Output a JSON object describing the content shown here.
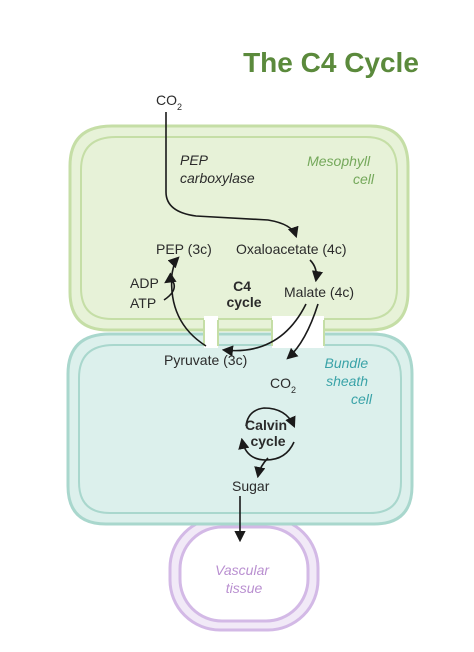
{
  "title": "The C4 Cycle",
  "colors": {
    "title": "#5b8a3c",
    "mesophyll_fill": "#e7f2d8",
    "mesophyll_stroke": "#c5dea6",
    "mesophyll_text": "#74a85a",
    "bundle_fill": "#dcf0ec",
    "bundle_stroke": "#a9d7cd",
    "bundle_text": "#3aa3a8",
    "vascular_fill": "#f1e9f7",
    "vascular_stroke": "#d3b9e6",
    "vascular_text": "#b98fd0",
    "arrow": "#1a1a1a"
  },
  "regions": {
    "mesophyll": {
      "line1": "Mesophyll",
      "line2": "cell"
    },
    "bundle_sheath": {
      "line1": "Bundle",
      "line2": "sheath",
      "line3": "cell"
    },
    "vascular": {
      "line1": "Vascular",
      "line2": "tissue"
    }
  },
  "labels": {
    "co2_in": "CO",
    "co2_in_sub": "2",
    "enzyme_line1": "PEP",
    "enzyme_line2": "carboxylase",
    "pep": "PEP (3c)",
    "oxaloacetate": "Oxaloacetate (4c)",
    "malate": "Malate (4c)",
    "pyruvate": "Pyruvate (3c)",
    "adp": "ADP",
    "atp": "ATP",
    "c4_line1": "C4",
    "c4_line2": "cycle",
    "co2_released": "CO",
    "co2_released_sub": "2",
    "calvin_line1": "Calvin",
    "calvin_line2": "cycle",
    "sugar": "Sugar"
  }
}
